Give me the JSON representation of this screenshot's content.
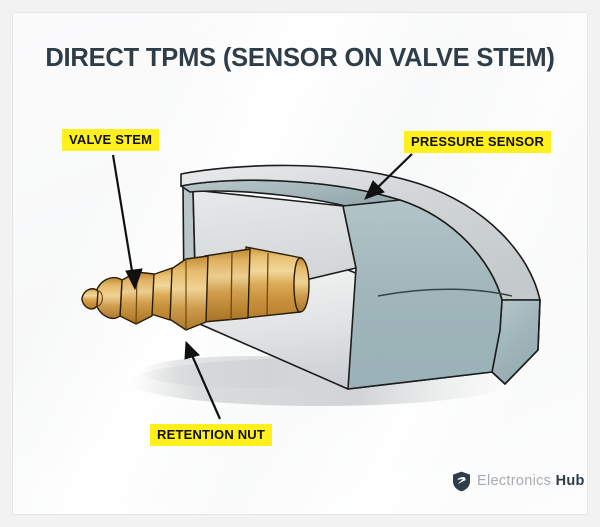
{
  "page": {
    "title": "DIRECT TPMS (SENSOR ON VALVE STEM)",
    "background_color": "#f2f2f2",
    "card_color": "#fdfdfd",
    "title_color": "#2e3d48",
    "callout_color": "#ffef1c",
    "callout_text_color": "#111111"
  },
  "callouts": [
    {
      "id": "valve-stem",
      "label": "VALVE STEM"
    },
    {
      "id": "pressure-sensor",
      "label": "PRESSURE SENSOR"
    },
    {
      "id": "retention-nut",
      "label": "RETENTION NUT"
    }
  ],
  "illustration": {
    "name": "tpms-sensor-diagram",
    "sensor_body_color": "#a8bcc0",
    "sensor_top_face_color": "#ced3d5",
    "valve_stem_color": "#d2a24f",
    "outline_color": "#1a1a1a",
    "shadow_color": "#d7d9da"
  },
  "footer": {
    "logo_icon": "shield-bolt-icon",
    "brand_light": "Electronics",
    "brand_bold": "Hub",
    "brand_light_color": "#a7acb1",
    "brand_bold_color": "#2e3d48"
  }
}
